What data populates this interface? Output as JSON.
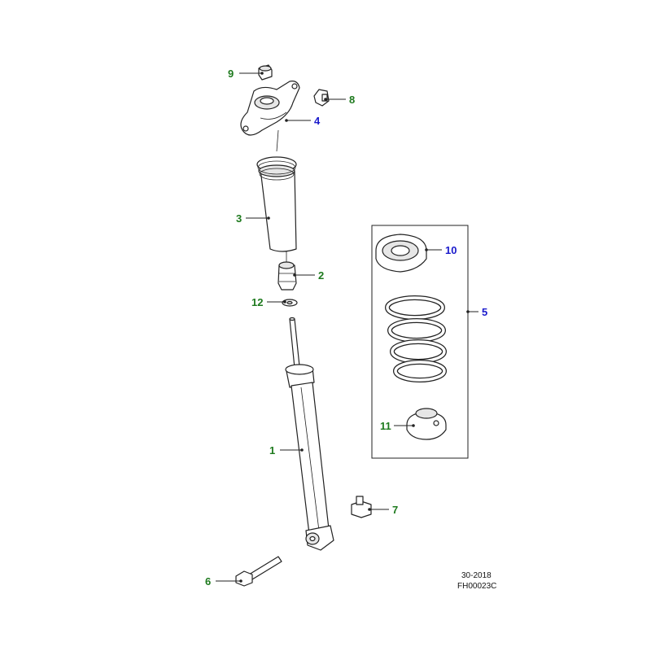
{
  "colors": {
    "green": "#1e7a1e",
    "blue": "#1a1acc",
    "line": "#222222"
  },
  "callouts": [
    {
      "id": "1",
      "text": "1",
      "color": "green"
    },
    {
      "id": "2",
      "text": "2",
      "color": "green"
    },
    {
      "id": "3",
      "text": "3",
      "color": "green"
    },
    {
      "id": "4",
      "text": "4",
      "color": "blue"
    },
    {
      "id": "5",
      "text": "5",
      "color": "blue"
    },
    {
      "id": "6",
      "text": "6",
      "color": "green"
    },
    {
      "id": "7",
      "text": "7",
      "color": "green"
    },
    {
      "id": "8",
      "text": "8",
      "color": "green"
    },
    {
      "id": "9",
      "text": "9",
      "color": "green"
    },
    {
      "id": "10",
      "text": "10",
      "color": "blue"
    },
    {
      "id": "11",
      "text": "11",
      "color": "green"
    },
    {
      "id": "12",
      "text": "12",
      "color": "green"
    }
  ],
  "footer": {
    "date": "30-2018",
    "code": "FH00023C"
  }
}
